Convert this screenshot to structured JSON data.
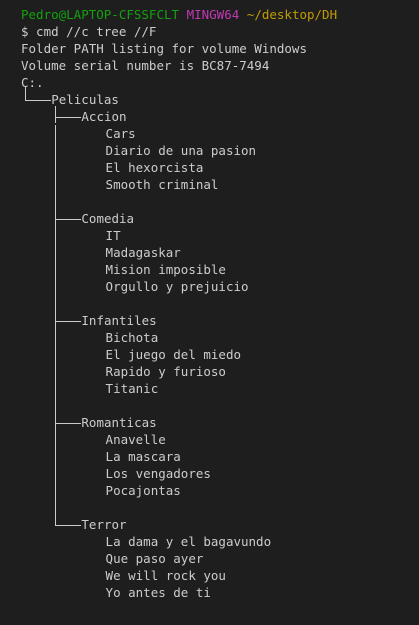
{
  "prompt": {
    "user_host": "Pedro@LAPTOP-CFSSFCLT",
    "system": "MINGW64",
    "path": "~/desktop/DH"
  },
  "command": "$ cmd //c tree //F",
  "output": {
    "header_line_1": "Folder PATH listing for volume Windows",
    "header_line_2": "Volume serial number is BC87-7494",
    "drive": "C:.",
    "root_folder": "Peliculas",
    "folders": [
      {
        "name": "Accion",
        "files": [
          "Cars",
          "Diario de una pasion",
          "El hexorcista",
          "Smooth criminal"
        ]
      },
      {
        "name": "Comedia",
        "files": [
          "IT",
          "Madagaskar",
          "Mision imposible",
          "Orgullo y prejuicio"
        ]
      },
      {
        "name": "Infantiles",
        "files": [
          "Bichota",
          "El juego del miedo",
          "Rapido y furioso",
          "Titanic"
        ]
      },
      {
        "name": "Romanticas",
        "files": [
          "Anavelle",
          "La mascara",
          "Los vengadores",
          "Pocajontas"
        ]
      },
      {
        "name": "Terror",
        "files": [
          "La dama y el bagavundo",
          "Que paso ayer",
          "We will rock you",
          "Yo antes de ti"
        ]
      }
    ]
  },
  "colors": {
    "background": "#1e1e1e",
    "text": "#cccccc",
    "user_host": "#13a10e",
    "system": "#c239b3",
    "path": "#c19c00"
  }
}
